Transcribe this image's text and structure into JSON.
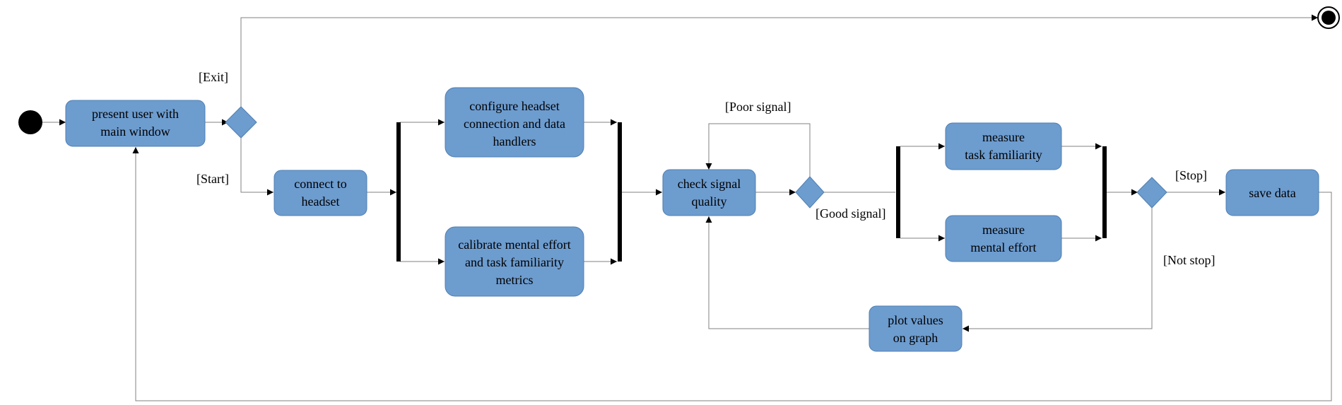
{
  "nodes": {
    "present": [
      "present user with",
      "main window"
    ],
    "connect": [
      "connect to",
      "headset"
    ],
    "configure": [
      "configure headset",
      "connection and data",
      "handlers"
    ],
    "calibrate": [
      "calibrate mental effort",
      "and task familiarity",
      "metrics"
    ],
    "check": [
      "check signal",
      "quality"
    ],
    "task": [
      "measure",
      "task familiarity"
    ],
    "mental": [
      "measure",
      "mental effort"
    ],
    "plot": [
      "plot values",
      "on graph"
    ],
    "save": [
      "save data"
    ]
  },
  "guards": {
    "exit": "[Exit]",
    "start": "[Start]",
    "poor": "[Poor signal]",
    "good": "[Good signal]",
    "stop": "[Stop]",
    "not_stop": "[Not stop]"
  },
  "colors": {
    "node_fill": "#6d9ccf",
    "edge": "#808080"
  }
}
